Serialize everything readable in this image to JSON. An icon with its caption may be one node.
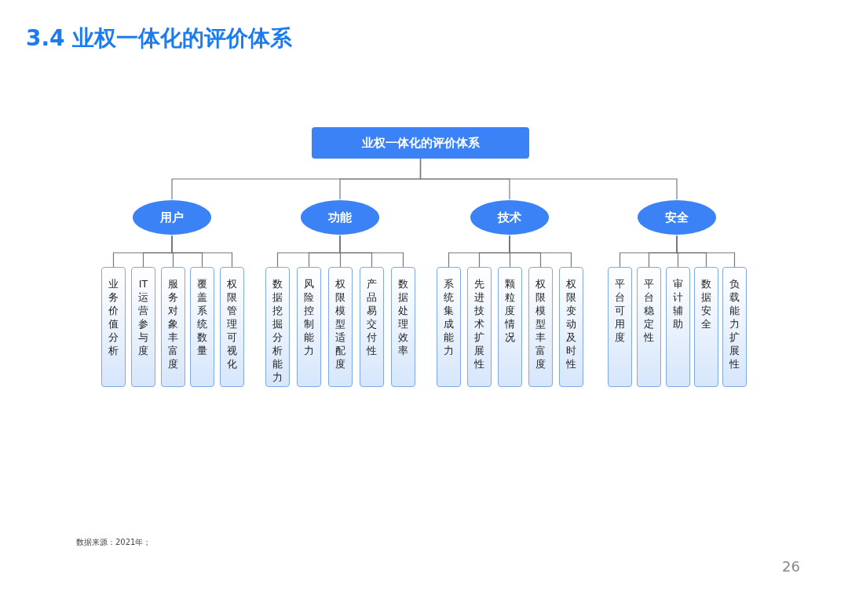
{
  "diagram": {
    "title": "3.4 业权一体化的评价体系",
    "nodes": [
      {
        "text": [
          "业权一体化的评价体系"
        ]
      },
      {
        "text": [
          "用户"
        ]
      },
      {
        "text": [
          "功能"
        ]
      },
      {
        "text": [
          "技术"
        ]
      },
      {
        "text": [
          "安全"
        ]
      },
      {
        "text": [
          "业务价值分析"
        ]
      },
      {
        "text": [
          "IT运营参与度"
        ]
      },
      {
        "text": [
          "服务对象丰富度"
        ]
      },
      {
        "text": [
          "覆盖系统数量"
        ]
      },
      {
        "text": [
          "权限管理可视化"
        ]
      },
      {
        "text": [
          "数据挖掘分析能力"
        ]
      },
      {
        "text": [
          "风险控制能力"
        ]
      },
      {
        "text": [
          "权限模型适配度"
        ]
      },
      {
        "text": [
          "产品易交付性"
        ]
      },
      {
        "text": [
          "数据处理效率"
        ]
      },
      {
        "text": [
          "系统集成能力"
        ]
      },
      {
        "text": [
          "先进技术扩展性"
        ]
      },
      {
        "text": [
          "颗粒度情况"
        ]
      },
      {
        "text": [
          "权限模型丰富度"
        ]
      },
      {
        "text": [
          "权限变动及时性"
        ]
      },
      {
        "text": [
          "平台可用度"
        ]
      },
      {
        "text": [
          "平台稳定性"
        ]
      },
      {
        "text": [
          "审计辅助"
        ]
      },
      {
        "text": [
          "数据安全"
        ]
      },
      {
        "text": [
          "负载能力扩展性"
        ]
      }
    ],
    "edges": [
      {
        "from": 0,
        "to": 1,
        "arrow": "none"
      },
      {
        "from": 0,
        "to": 2,
        "arrow": "none"
      },
      {
        "from": 0,
        "to": 3,
        "arrow": "none"
      },
      {
        "from": 0,
        "to": 4,
        "arrow": "none"
      },
      {
        "from": 1,
        "to": 5,
        "arrow": "none"
      },
      {
        "from": 1,
        "to": 6,
        "arrow": "none"
      },
      {
        "from": 1,
        "to": 7,
        "arrow": "none"
      },
      {
        "from": 1,
        "to": 8,
        "arrow": "none"
      },
      {
        "from": 1,
        "to": 9,
        "arrow": "none"
      },
      {
        "from": 2,
        "to": 10,
        "arrow": "none"
      },
      {
        "from": 2,
        "to": 11,
        "arrow": "none"
      },
      {
        "from": 2,
        "to": 12,
        "arrow": "none"
      },
      {
        "from": 2,
        "to": 13,
        "arrow": "none"
      },
      {
        "from": 2,
        "to": 14,
        "arrow": "none"
      },
      {
        "from": 3,
        "to": 15,
        "arrow": "none"
      },
      {
        "from": 3,
        "to": 16,
        "arrow": "none"
      },
      {
        "from": 3,
        "to": 17,
        "arrow": "none"
      },
      {
        "from": 3,
        "to": 18,
        "arrow": "none"
      },
      {
        "from": 3,
        "to": 19,
        "arrow": "none"
      },
      {
        "from": 4,
        "to": 20,
        "arrow": "none"
      },
      {
        "from": 4,
        "to": 21,
        "arrow": "none"
      },
      {
        "from": 4,
        "to": 22,
        "arrow": "none"
      },
      {
        "from": 4,
        "to": 23,
        "arrow": "none"
      },
      {
        "from": 4,
        "to": 24,
        "arrow": "none"
      }
    ],
    "labels": [
      "数据来源：2021年；",
      "26"
    ]
  }
}
